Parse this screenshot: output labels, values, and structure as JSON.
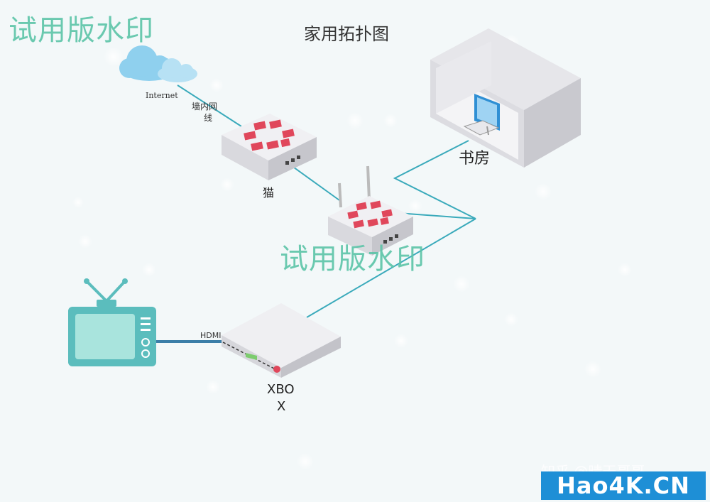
{
  "diagram": {
    "title": "家用拓扑图",
    "watermark_text": "试用版水印",
    "nodes": {
      "internet": {
        "label": "Internet",
        "icon": "cloud-icon"
      },
      "modem": {
        "label": "猫",
        "icon": "router-icon"
      },
      "wireless_router": {
        "label": "",
        "icon": "wireless-router-icon"
      },
      "study": {
        "label": "书房",
        "icon": "room-with-computer-icon"
      },
      "xbox": {
        "label_line1": "XBO",
        "label_line2": "X",
        "icon": "console-icon"
      },
      "tv": {
        "label": "",
        "icon": "tv-icon"
      }
    },
    "edges": {
      "wall_line_label_line1": "墙内网",
      "wall_line_label_line2": "线",
      "hdmi_label": "HDMI"
    },
    "credit": {
      "zhihu": "知乎 @晴天哥哥",
      "site": "Hao4K.CN"
    },
    "colors": {
      "link": "#3aaabb",
      "router_red": "#e0475b",
      "tv_teal": "#5bbdbd",
      "watermark": "#5cc4a8"
    }
  }
}
